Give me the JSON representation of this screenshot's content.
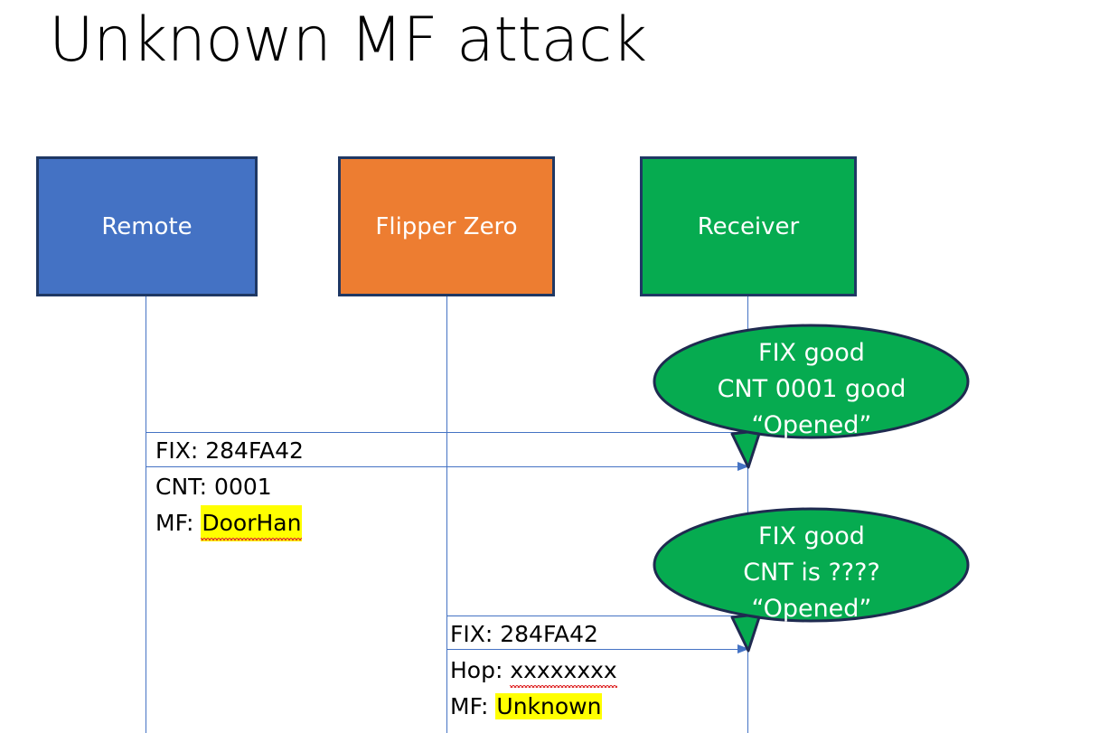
{
  "slide": {
    "title": "Unknown MF attack",
    "background": "#FFFFFF"
  },
  "colors": {
    "remote_fill": "#4472C4",
    "flipper_fill": "#ED7D31",
    "receiver_fill": "#06AB50",
    "box_border": "#1F3864",
    "line": "#4573C4",
    "highlight": "#FFFF00",
    "spellcheck_underline": "#E03030",
    "bubble_fill": "#06AB50",
    "bubble_border": "#1F2A50"
  },
  "actors": [
    {
      "id": "remote",
      "label": "Remote"
    },
    {
      "id": "flipper",
      "label": "Flipper Zero"
    },
    {
      "id": "receiver",
      "label": "Receiver"
    }
  ],
  "messages": [
    {
      "id": "msg-1",
      "from": "remote",
      "to": "receiver",
      "lines": [
        {
          "label": "FIX: 284FA42",
          "highlighted": false
        },
        {
          "label": "CNT: 0001",
          "highlighted": false
        },
        {
          "prefix": "MF: ",
          "value": "DoorHan",
          "highlighted": true,
          "spellcheck": true
        }
      ]
    },
    {
      "id": "msg-2",
      "from": "flipper",
      "to": "receiver",
      "lines": [
        {
          "label": "FIX: 284FA42",
          "highlighted": false
        },
        {
          "prefix": "Hop: ",
          "value": "xxxxxxxx",
          "highlighted": false,
          "spellcheck": true
        },
        {
          "prefix": "MF: ",
          "value": "Unknown",
          "highlighted": true,
          "spellcheck": false
        }
      ]
    }
  ],
  "bubbles": [
    {
      "id": "bubble-1",
      "attached_to": "msg-1",
      "lines": [
        "FIX good",
        "CNT 0001 good",
        "“Opened”"
      ]
    },
    {
      "id": "bubble-2",
      "attached_to": "msg-2",
      "lines": [
        "FIX good",
        "CNT is ????",
        "“Opened”"
      ]
    }
  ]
}
